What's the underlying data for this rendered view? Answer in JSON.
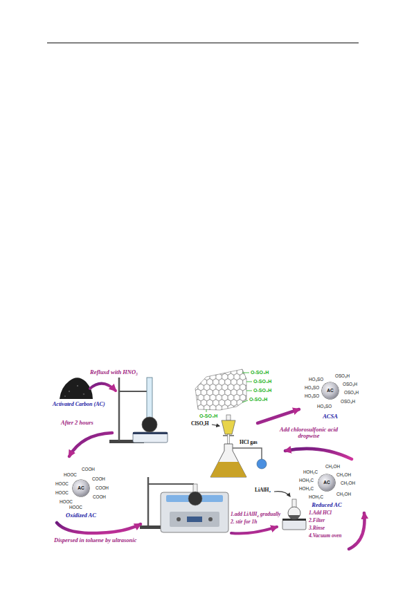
{
  "diagram": {
    "nodes": [
      {
        "text": [
          "AC",
          "ACSA"
        ]
      },
      {
        "text": [
          "AC",
          "Reduced AC"
        ]
      },
      {
        "text": [
          "AC",
          "Oxidized AC"
        ]
      }
    ],
    "labels": [
      "Refluxd with HNO₃",
      "Activated Carbon (AC)",
      "O-SO₃H",
      "O-SO₃H",
      "O-SO₃H",
      "O-SO₃H",
      "O-SO₃H",
      "OSO₃H",
      "HO₃SO",
      "OSO₃H",
      "HO₃SO",
      "OSO₃H",
      "HO₃SO",
      "OSO₃H",
      "HO₃SO",
      "ClSO₃H",
      "After 2 hours",
      "Add chlorosulfonic acid dropwise",
      "HCl gas",
      "CH₂OH",
      "HOH₂C",
      "CH₂OH",
      "HOH₂C",
      "CH₂OH",
      "HOH₂C",
      "CH₂OH",
      "HOH₂C",
      "COOH",
      "HOOC",
      "COOH",
      "HOOC",
      "COOH",
      "HOOC",
      "COOH",
      "HOOC",
      "HOOC",
      "LiAlH₄",
      "1.add LiAlH₄ gradually",
      "2. stir for 1h",
      "1.Add HCl",
      "2.Filter",
      "3.Rinse",
      "4.Vacuum oven",
      "Dispersed in toluene by ultrasonic"
    ]
  }
}
